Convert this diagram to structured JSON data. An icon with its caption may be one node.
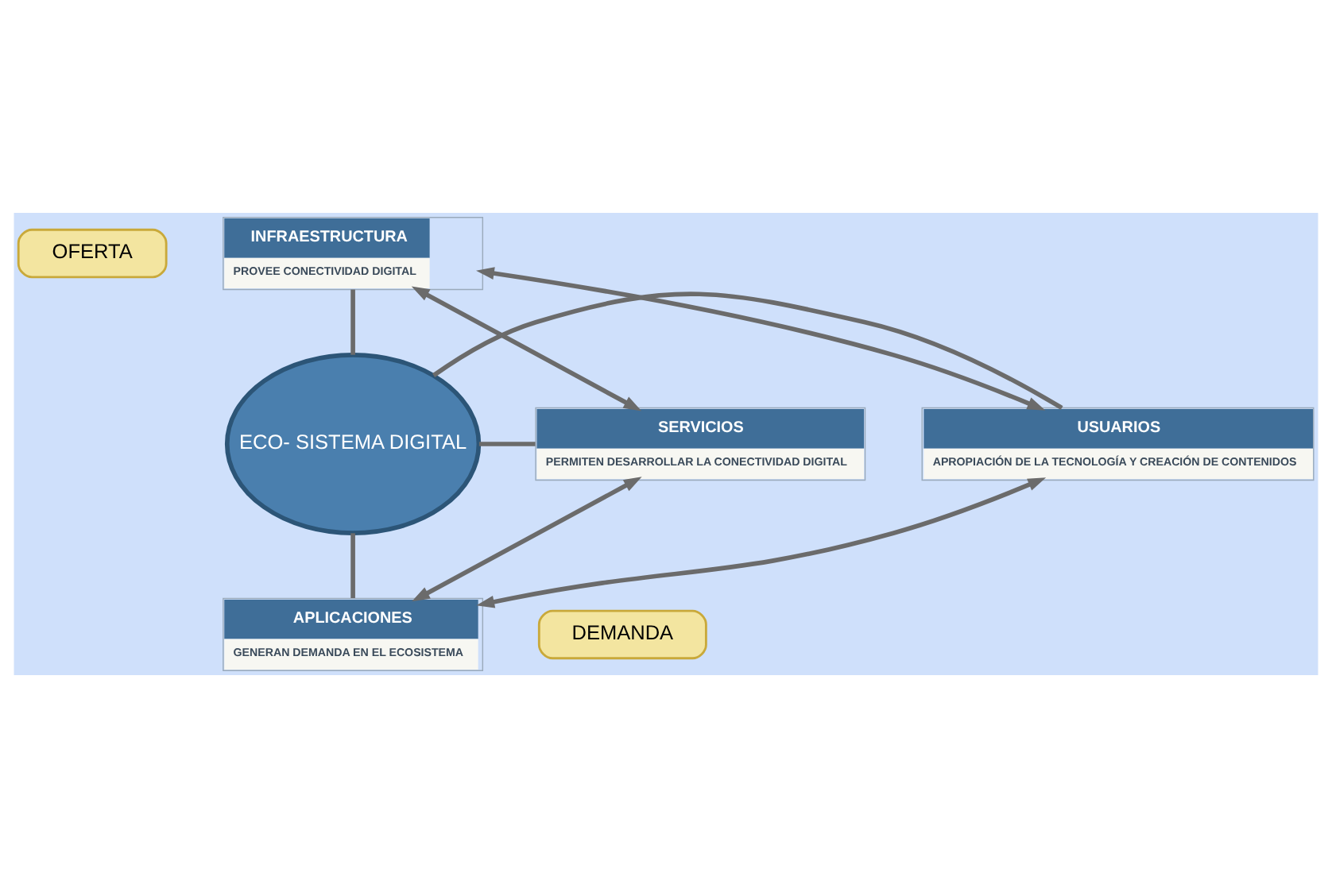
{
  "diagram": {
    "nodes": [
      {
        "text": [
          "OFERTA"
        ]
      },
      {
        "text": [
          "INFRAESTRUCTURA",
          "PROVEE CONECTIVIDAD DIGITAL"
        ]
      },
      {
        "text": [
          "USUARIOS",
          "APROPIACIÓN DE LA TECNOLOGÍA Y CREACIÓN DE CONTENIDOS"
        ]
      },
      {
        "text": [
          "ECO- SISTEMA DIGITAL"
        ]
      },
      {
        "text": [
          "SERVICIOS",
          "PERMITEN DESARROLLAR LA CONECTIVIDAD DIGITAL"
        ]
      },
      {
        "text": [
          "APLICACIONES",
          "GENERAN DEMANDA EN EL ECOSISTEMA"
        ]
      },
      {
        "text": [
          "DEMANDA"
        ]
      }
    ],
    "edges": [
      {
        "from": 3,
        "to": 1,
        "arrow": "none"
      },
      {
        "from": 3,
        "to": 2,
        "arrow": "none"
      },
      {
        "from": 3,
        "to": 4,
        "arrow": "none"
      },
      {
        "from": 3,
        "to": 5,
        "arrow": "none"
      },
      {
        "from": 2,
        "to": 1,
        "arrow": "both"
      },
      {
        "from": 1,
        "to": 4,
        "arrow": "both"
      },
      {
        "from": 4,
        "to": 5,
        "arrow": "both"
      },
      {
        "from": 5,
        "to": 2,
        "arrow": "both"
      }
    ]
  }
}
